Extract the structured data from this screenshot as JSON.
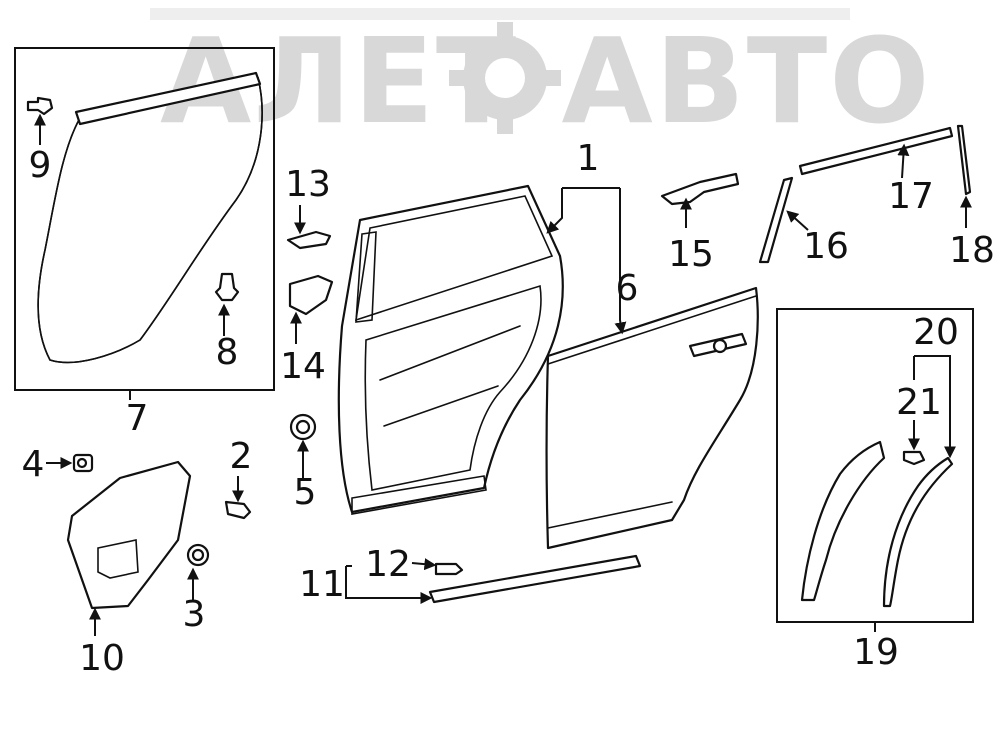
{
  "watermark": {
    "text": "АЛЕТ АВТО"
  },
  "callouts": {
    "c1": "1",
    "c2": "2",
    "c3": "3",
    "c4": "4",
    "c5": "5",
    "c6": "6",
    "c7": "7",
    "c8": "8",
    "c9": "9",
    "c10": "10",
    "c11": "11",
    "c12": "12",
    "c13": "13",
    "c14": "14",
    "c15": "15",
    "c16": "16",
    "c17": "17",
    "c18": "18",
    "c19": "19",
    "c20": "20",
    "c21": "21"
  }
}
